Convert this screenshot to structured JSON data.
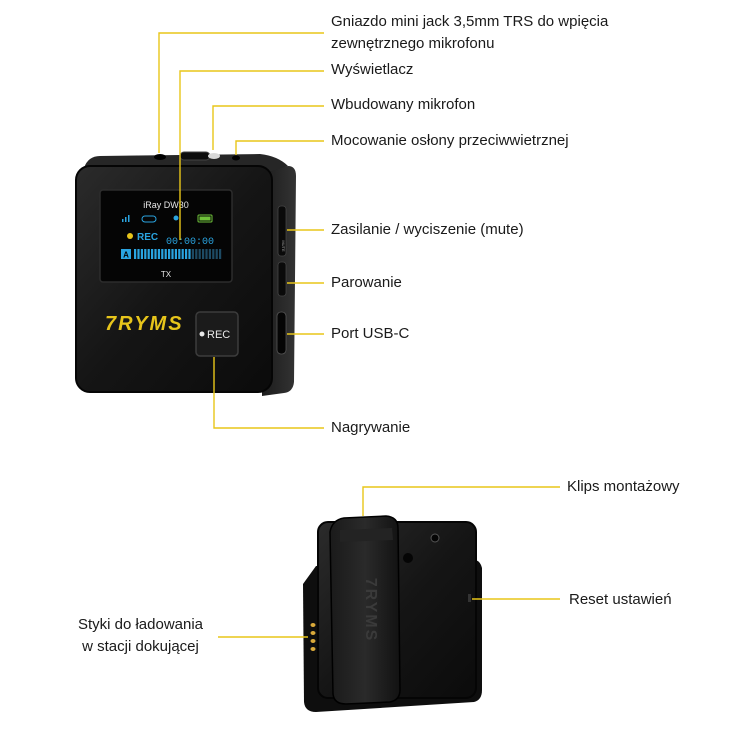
{
  "colors": {
    "leader_line": "#e8c619",
    "device_body": "#141414",
    "brand_yellow": "#e7c51b",
    "screen_blue": "#2aa4e0",
    "screen_text": "#e6e6e6"
  },
  "device_front": {
    "screen": {
      "model": "iRay DW30",
      "rec": "REC",
      "timer": "00:00:00",
      "channel": "A",
      "mode": "TX"
    },
    "brand": "7RYMS",
    "rec_button": "REC",
    "side_mark": "MUTE"
  },
  "device_back": {
    "clip_brand": "7RYMS"
  },
  "callouts": {
    "mic_jack": {
      "lines": [
        "Gniazdo mini jack 3,5mm TRS do wpięcia",
        "zewnętrznego mikrofonu"
      ]
    },
    "display": {
      "lines": [
        "Wyświetlacz"
      ]
    },
    "builtin_mic": {
      "lines": [
        "Wbudowany mikrofon"
      ]
    },
    "windscreen_mount": {
      "lines": [
        "Mocowanie osłony przeciwwietrznej"
      ]
    },
    "power_mute": {
      "lines": [
        "Zasilanie / wyciszenie (mute)"
      ]
    },
    "pairing": {
      "lines": [
        "Parowanie"
      ]
    },
    "usb_port": {
      "lines": [
        "Port USB-C"
      ]
    },
    "recording": {
      "lines": [
        "Nagrywanie"
      ]
    },
    "clip": {
      "lines": [
        "Klips montażowy"
      ]
    },
    "reset": {
      "lines": [
        "Reset ustawień"
      ]
    },
    "charging_contacts": {
      "lines": [
        "Styki do ładowania",
        "w stacji dokującej"
      ]
    }
  }
}
